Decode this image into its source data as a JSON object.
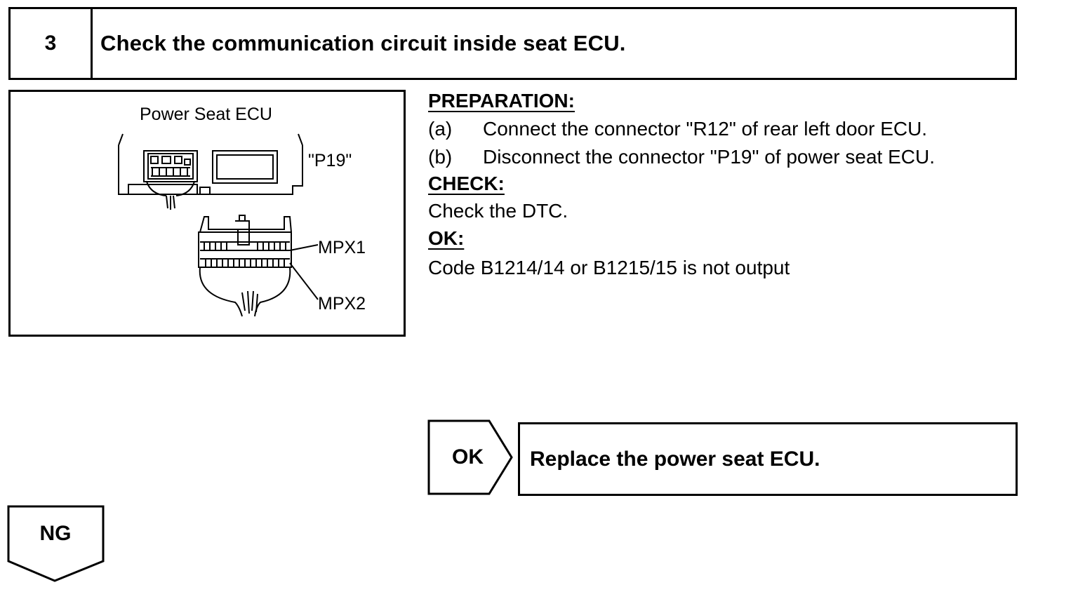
{
  "step": {
    "number": "3",
    "title": "Check the communication circuit inside seat ECU."
  },
  "figure": {
    "title": "Power Seat ECU",
    "connector_label": "\"P19\"",
    "pin1_label": "MPX1",
    "pin2_label": "MPX2"
  },
  "preparation": {
    "heading": "PREPARATION:",
    "items": [
      {
        "marker": "(a)",
        "text": "Connect the connector \"R12\" of rear left door ECU."
      },
      {
        "marker": "(b)",
        "text": "Disconnect the connector \"P19\" of power seat ECU."
      }
    ]
  },
  "check": {
    "heading": "CHECK:",
    "text": "Check the DTC."
  },
  "ok": {
    "heading": "OK:",
    "text": "Code B1214/14 or B1215/15 is not output"
  },
  "ok_branch": {
    "label": "OK",
    "action": "Replace the power seat ECU."
  },
  "ng_branch": {
    "label": "NG"
  }
}
